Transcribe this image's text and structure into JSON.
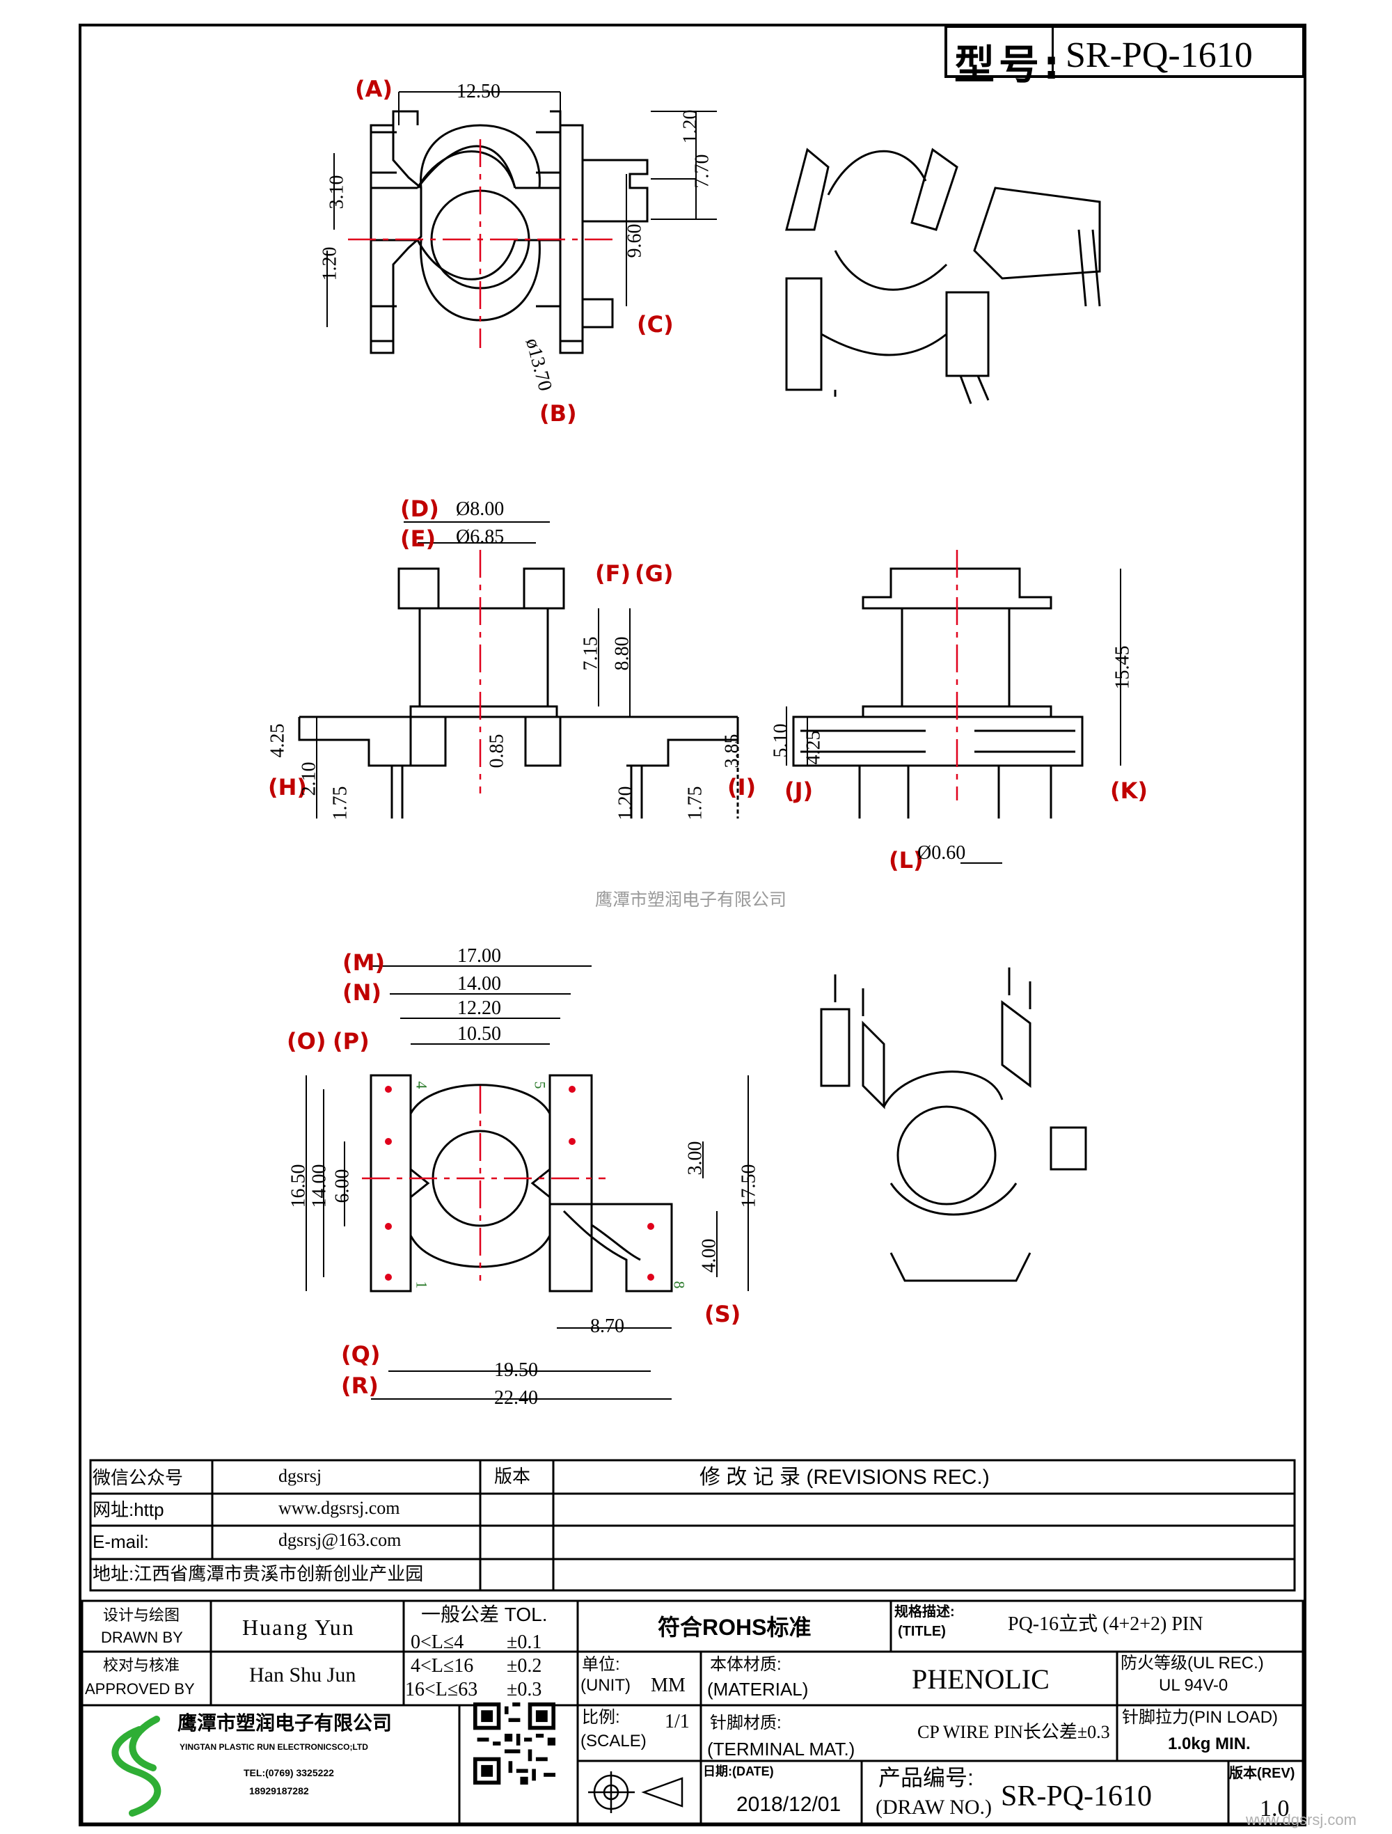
{
  "title_block_top": {
    "model_label": "型号:",
    "model_value": "SR-PQ-1610"
  },
  "watermark": "鹰潭市塑润电子有限公司",
  "footer_watermark": "www.dgsrsj.com",
  "callouts": [
    "A",
    "B",
    "C",
    "D",
    "E",
    "F",
    "G",
    "H",
    "I",
    "J",
    "K",
    "L",
    "M",
    "N",
    "O",
    "P",
    "Q",
    "R",
    "S"
  ],
  "dims_top": {
    "a_width": "12.50",
    "right_1": "1.20",
    "right_2": "7.70",
    "left_1": "3.10",
    "right_3": "9.60",
    "left_2": "1.20",
    "diameter": "ø13.70"
  },
  "dims_mid": {
    "d_dia": "Ø8.00",
    "e_dia": "Ø6.85",
    "h1": "7.15",
    "h2": "8.80",
    "left_a": "4.25",
    "left_b": "2.10",
    "left_c": "1.75",
    "center": "0.85",
    "pin_w": "1.20",
    "right_a": "1.75",
    "right_b": "3.85",
    "side_1": "5.10",
    "side_2": "4.25",
    "side_total": "15.45",
    "pin_dia": "Ø0.60"
  },
  "dims_bottom": {
    "m": "17.00",
    "n": "14.00",
    "n2": "12.20",
    "p": "10.50",
    "left_total": "16.50",
    "left_mid": "14.00",
    "left_in": "6.00",
    "right_a": "3.00",
    "right_b": "4.00",
    "right_total": "17.50",
    "s": "8.70",
    "q": "19.50",
    "r": "22.40",
    "pin_labels": [
      "4",
      "5",
      "1",
      "8"
    ]
  },
  "revisions": {
    "wechat_label": "微信公众号",
    "wechat_value": "dgsrsj",
    "web_label": "网址:http",
    "web_value": "www.dgsrsj.com",
    "email_label": "E-mail:",
    "email_value": "dgsrsj@163.com",
    "address": "地址:江西省鹰潭市贵溪市创新创业产业园",
    "version_header": "版本",
    "rev_header": "修 改 记 录  (REVISIONS REC.)"
  },
  "title_block": {
    "drawn_cn": "设计与绘图",
    "drawn_en": "DRAWN BY",
    "drawn_name": "Huang  Yun",
    "approved_cn": "校对与核准",
    "approved_en": "APPROVED BY",
    "approved_name": "Han Shu Jun",
    "tol_header": "一般公差 TOL.",
    "tol_rows": [
      {
        "range": "0<L≤4",
        "value": "±0.1"
      },
      {
        "range": "4<L≤16",
        "value": "±0.2"
      },
      {
        "range": "16<L≤63",
        "value": "±0.3"
      }
    ],
    "rohs": "符合ROHS标准",
    "spec_cn": "规格描述:",
    "spec_en": "(TITLE)",
    "spec_value": "PQ-16立式 (4+2+2) PIN",
    "unit_cn": "单位:",
    "unit_en": "(UNIT)",
    "unit_value": "MM",
    "material_cn": "本体材质:",
    "material_en": "(MATERIAL)",
    "material_value": "PHENOLIC",
    "fire_cn": "防火等级(UL REC.)",
    "fire_value": "UL 94V-0",
    "company_cn": "鹰潭市塑润电子有限公司",
    "company_en": "YINGTAN PLASTIC RUN ELECTRONICSCO;LTD",
    "tel": "TEL:(0769) 3325222",
    "mobile": "18929187282",
    "scale_cn": "比例:",
    "scale_en": "(SCALE)",
    "scale_value": "1/1",
    "terminal_cn": "针脚材质:",
    "terminal_en": "(TERMINAL MAT.)",
    "terminal_value": "CP WIRE",
    "pin_tol": "PIN长公差±0.3",
    "pin_load_cn": "针脚拉力(PIN LOAD)",
    "pin_load_value": "1.0kg MIN.",
    "date_label": "日期:(DATE)",
    "date_value": "2018/12/01",
    "drawno_cn": "产品编号:",
    "drawno_en": "(DRAW NO.)",
    "drawno_value": "SR-PQ-1610",
    "rev_label": "版本(REV)",
    "rev_value": "1.0"
  },
  "colors": {
    "line": "#000000",
    "center": "#e0001b",
    "callout": "#c00000",
    "pin_label": "#2a7a2a",
    "logo": "#2fae35"
  }
}
